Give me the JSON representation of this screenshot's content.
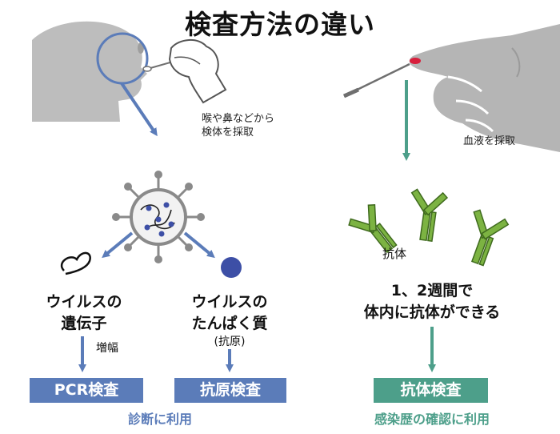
{
  "title": "検査方法の違い",
  "left": {
    "sample_line1": "喉や鼻などから",
    "sample_line2": "検体を採取",
    "gene_line1": "ウイルスの",
    "gene_line2": "遺伝子",
    "protein_line1": "ウイルスの",
    "protein_line2": "たんぱく質",
    "protein_note": "(抗原)",
    "amplify": "増幅",
    "pcr_label": "PCR検査",
    "antigen_label": "抗原検査",
    "usage": "診断に利用"
  },
  "right": {
    "sample": "血液を採取",
    "antibody": "抗体",
    "period_line1": "1、2週間で",
    "period_line2": "体内に抗体ができる",
    "test_label": "抗体検査",
    "usage": "感染歴の確認に利用"
  },
  "colors": {
    "blue": "#5b7cb9",
    "green": "#4d9f8a",
    "antibody_green": "#7cb342",
    "gray": "#b5b5b5",
    "blood": "#d81f3c"
  }
}
